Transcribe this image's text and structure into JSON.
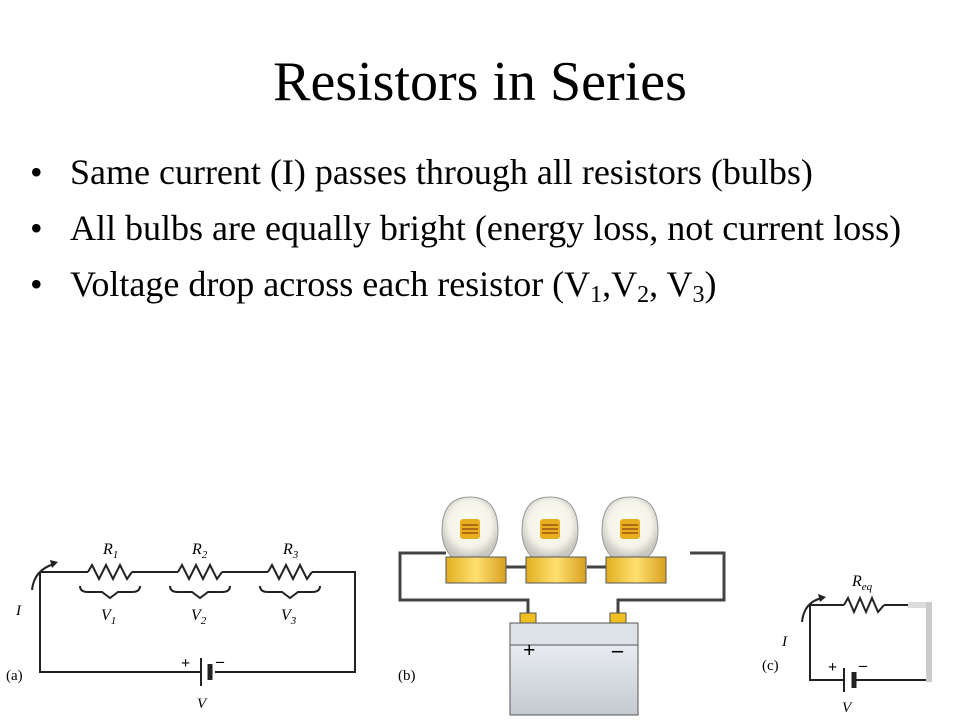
{
  "title": "Resistors in Series",
  "bullets": [
    {
      "text": "Same current (I) passes through all resistors (bulbs)"
    },
    {
      "text": "All bulbs are equally bright (energy loss, not current loss)"
    },
    {
      "prefix": "Voltage drop across each resistor (V",
      "sub1": "1",
      "mid1": ",V",
      "sub2": "2",
      "mid2": ", V",
      "sub3": "3",
      "suffix": ")"
    }
  ],
  "figure_a": {
    "label": "(a)",
    "current": "I",
    "battery_plus": "+",
    "battery_minus": "–",
    "battery_label": "V",
    "resistors": [
      {
        "symbol": "R",
        "sub": "1",
        "voltage": "V",
        "vsub": "1"
      },
      {
        "symbol": "R",
        "sub": "2",
        "voltage": "V",
        "vsub": "2"
      },
      {
        "symbol": "R",
        "sub": "3",
        "voltage": "V",
        "vsub": "3"
      }
    ]
  },
  "figure_b": {
    "label": "(b)",
    "battery_plus": "+",
    "battery_minus": "–"
  },
  "figure_c": {
    "label": "(c)",
    "current": "I",
    "resistor_symbol": "R",
    "resistor_sub": "eq",
    "battery_plus": "+",
    "battery_minus": "–",
    "battery_label": "V"
  }
}
